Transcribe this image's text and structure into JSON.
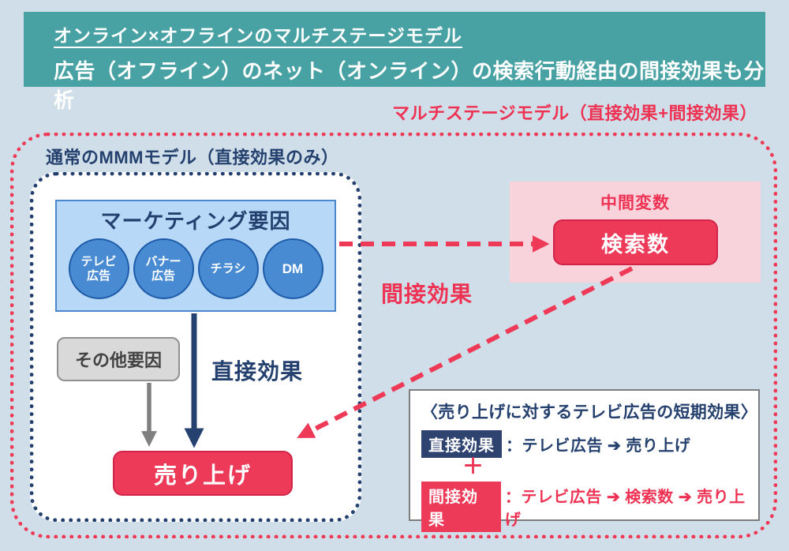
{
  "colors": {
    "background": "#cfdee8",
    "teal_header": "#48a1a3",
    "navy": "#24406e",
    "accent_red": "#ee3a56",
    "pink_panel": "#f8d3dc",
    "marketing_blue": "#b7d9f7",
    "circle_blue": "#488bd2",
    "gray_box": "#d9d9d9",
    "white": "#ffffff"
  },
  "header": {
    "title": "オンライン×オフラインのマルチステージモデル",
    "subtitle": "広告（オフライン）のネット（オンライン）の検索行動経由の間接効果も分析"
  },
  "multistage": {
    "label": "マルチステージモデル（直接効果+間接効果）"
  },
  "mmm": {
    "label": "通常のMMMモデル（直接効果のみ）"
  },
  "marketing": {
    "title": "マーケティング要因",
    "channels": [
      {
        "name": "tv",
        "lines": [
          "テレビ",
          "広告"
        ]
      },
      {
        "name": "banner",
        "lines": [
          "バナー",
          "広告"
        ]
      },
      {
        "name": "flyer",
        "lines": [
          "チラシ"
        ]
      },
      {
        "name": "dm",
        "lines": [
          "DM"
        ]
      }
    ]
  },
  "other_factors": {
    "label": "その他要因"
  },
  "effects": {
    "direct": "直接効果",
    "indirect": "間接効果"
  },
  "intermediate": {
    "title": "中間変数",
    "variable": "検索数"
  },
  "sales": {
    "label": "売り上げ"
  },
  "summary": {
    "title": "〈売り上げに対するテレビ広告の短期効果〉",
    "direct_badge": "直接効果",
    "direct_path": "：テレビ広告 ➔ 売り上げ",
    "plus": "＋",
    "indirect_badge": "間接効果",
    "indirect_path": "：テレビ広告 ➔ 検索数 ➔ 売り上げ"
  }
}
